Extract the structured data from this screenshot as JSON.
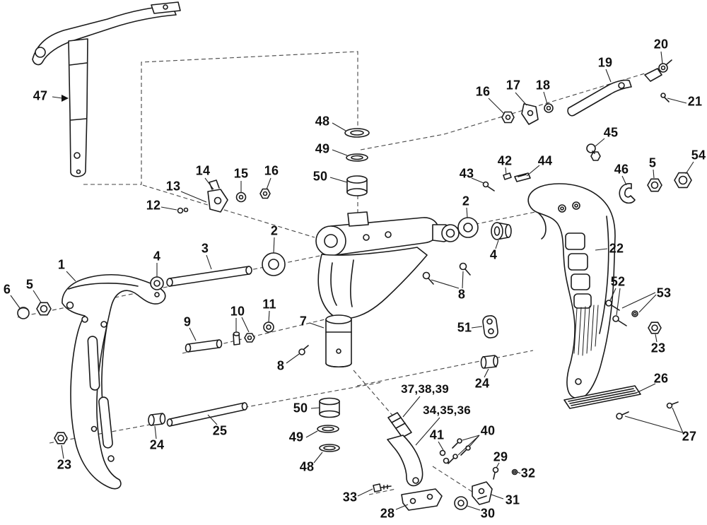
{
  "diagram": {
    "meta": {
      "type": "exploded-parts-diagram",
      "background": "#ffffff",
      "line_color": "#1a1a1a"
    },
    "callouts": [
      {
        "id": "47",
        "label": "47"
      },
      {
        "id": "48-top",
        "label": "48"
      },
      {
        "id": "49-top",
        "label": "49"
      },
      {
        "id": "50-top",
        "label": "50"
      },
      {
        "id": "12",
        "label": "12"
      },
      {
        "id": "13",
        "label": "13"
      },
      {
        "id": "14",
        "label": "14"
      },
      {
        "id": "15",
        "label": "15"
      },
      {
        "id": "16-left",
        "label": "16"
      },
      {
        "id": "16-right",
        "label": "16"
      },
      {
        "id": "17",
        "label": "17"
      },
      {
        "id": "18",
        "label": "18"
      },
      {
        "id": "19",
        "label": "19"
      },
      {
        "id": "20",
        "label": "20"
      },
      {
        "id": "21",
        "label": "21"
      },
      {
        "id": "45",
        "label": "45"
      },
      {
        "id": "43",
        "label": "43"
      },
      {
        "id": "42",
        "label": "42"
      },
      {
        "id": "44",
        "label": "44"
      },
      {
        "id": "46",
        "label": "46"
      },
      {
        "id": "5-right",
        "label": "5"
      },
      {
        "id": "54",
        "label": "54"
      },
      {
        "id": "2-right",
        "label": "2"
      },
      {
        "id": "4-right",
        "label": "4"
      },
      {
        "id": "22",
        "label": "22"
      },
      {
        "id": "2-left",
        "label": "2"
      },
      {
        "id": "3",
        "label": "3"
      },
      {
        "id": "4-left",
        "label": "4"
      },
      {
        "id": "1",
        "label": "1"
      },
      {
        "id": "5-left",
        "label": "5"
      },
      {
        "id": "6",
        "label": "6"
      },
      {
        "id": "8-right",
        "label": "8"
      },
      {
        "id": "9",
        "label": "9"
      },
      {
        "id": "10",
        "label": "10"
      },
      {
        "id": "11",
        "label": "11"
      },
      {
        "id": "7",
        "label": "7"
      },
      {
        "id": "51",
        "label": "51"
      },
      {
        "id": "52",
        "label": "52"
      },
      {
        "id": "53",
        "label": "53"
      },
      {
        "id": "23-right",
        "label": "23"
      },
      {
        "id": "8-left",
        "label": "8"
      },
      {
        "id": "26",
        "label": "26"
      },
      {
        "id": "24-right",
        "label": "24"
      },
      {
        "id": "37-38-39",
        "label": "37,38,39"
      },
      {
        "id": "34-35-36",
        "label": "34,35,36"
      },
      {
        "id": "50-bottom",
        "label": "50"
      },
      {
        "id": "41",
        "label": "41"
      },
      {
        "id": "40",
        "label": "40"
      },
      {
        "id": "49-bottom",
        "label": "49"
      },
      {
        "id": "25",
        "label": "25"
      },
      {
        "id": "24-left",
        "label": "24"
      },
      {
        "id": "29",
        "label": "29"
      },
      {
        "id": "48-bottom",
        "label": "48"
      },
      {
        "id": "32",
        "label": "32"
      },
      {
        "id": "23-left",
        "label": "23"
      },
      {
        "id": "33",
        "label": "33"
      },
      {
        "id": "31",
        "label": "31"
      },
      {
        "id": "28",
        "label": "28"
      },
      {
        "id": "30",
        "label": "30"
      },
      {
        "id": "27",
        "label": "27"
      }
    ]
  }
}
